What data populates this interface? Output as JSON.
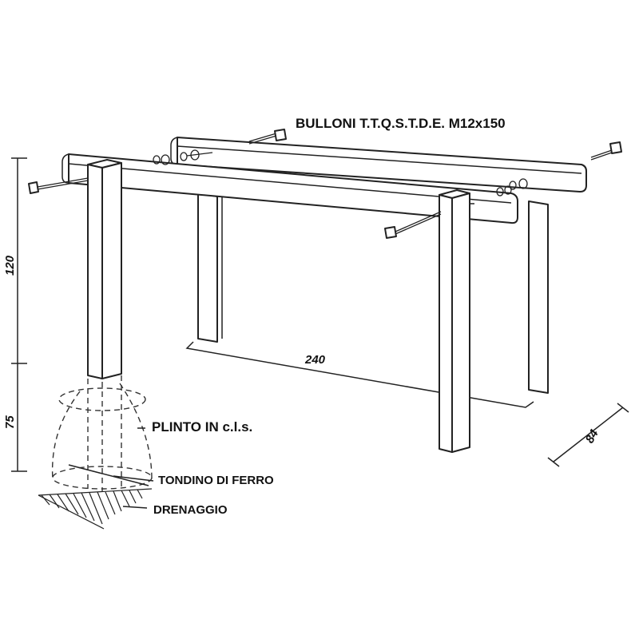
{
  "labels": {
    "bolts": "BULLONI T.T.Q.S.T.D.E. M12x150",
    "footing": "PLINTO IN c.l.s.",
    "rebar": "TONDINO DI FERRO",
    "drainage": "DRENAGGIO"
  },
  "dimensions": {
    "height_above": "120",
    "depth_below": "75",
    "length": "240",
    "width": "84"
  }
}
